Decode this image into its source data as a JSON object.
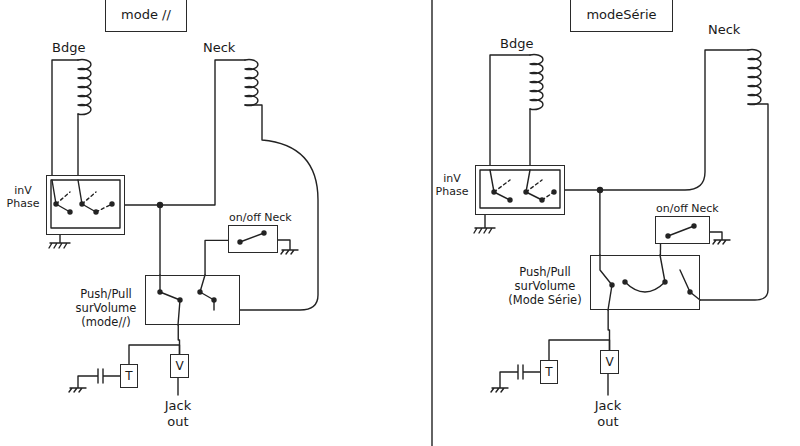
{
  "diagram": {
    "nodes": [
      {
        "text": [
          "mode //"
        ]
      },
      {
        "text": [
          "inV Phase"
        ]
      },
      {
        "text": [
          "on/off Neck"
        ]
      },
      {
        "text": [
          "Push/Pull surVolume (mode//)"
        ]
      },
      {
        "text": [
          "T"
        ]
      },
      {
        "text": [
          "V"
        ]
      },
      {
        "text": [
          "modeSérie"
        ]
      },
      {
        "text": [
          "inV Phase"
        ]
      },
      {
        "text": [
          "on/off Neck"
        ]
      },
      {
        "text": [
          "Push/Pull surVolume (Mode Série)"
        ]
      },
      {
        "text": [
          "T"
        ]
      },
      {
        "text": [
          "V"
        ]
      }
    ],
    "edges": [
      {
        "from": 1,
        "to": 3,
        "arrow": "none"
      },
      {
        "from": 2,
        "to": 3,
        "arrow": "none"
      },
      {
        "from": 3,
        "to": 5,
        "arrow": "none"
      },
      {
        "from": 4,
        "to": 5,
        "arrow": "none"
      },
      {
        "from": 7,
        "to": 9,
        "arrow": "none"
      },
      {
        "from": 8,
        "to": 9,
        "arrow": "none"
      },
      {
        "from": 9,
        "to": 11,
        "arrow": "none"
      },
      {
        "from": 10,
        "to": 11,
        "arrow": "none"
      }
    ],
    "labels": [
      "Bdge",
      "Neck",
      "Jack out",
      "Bdge",
      "Neck",
      "Jack out"
    ]
  }
}
